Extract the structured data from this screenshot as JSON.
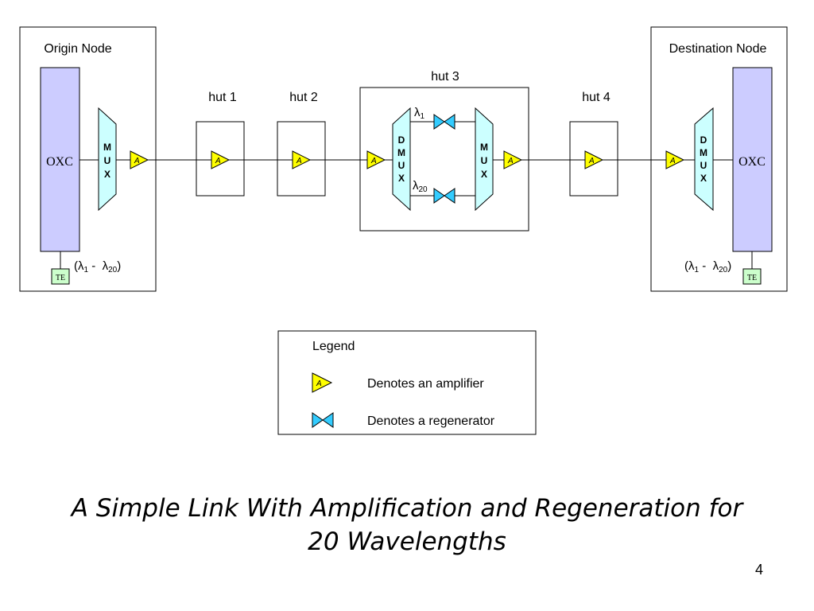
{
  "nodes": {
    "origin": {
      "title": "Origin Node",
      "oxc": "OXC",
      "te": "TE",
      "range_left": "(",
      "range_lambda1": "λ",
      "range_sub1": "1",
      "range_dash": " -  ",
      "range_lambda2": "λ",
      "range_sub2": "20",
      "range_right": ")"
    },
    "destination": {
      "title": "Destination Node",
      "oxc": "OXC",
      "te": "TE",
      "range_left": "(",
      "range_lambda1": "λ",
      "range_sub1": "1",
      "range_dash": " -  ",
      "range_lambda2": "λ",
      "range_sub2": "20",
      "range_right": ")"
    }
  },
  "huts": [
    {
      "label": "hut 1"
    },
    {
      "label": "hut 2"
    },
    {
      "label": "hut 3"
    },
    {
      "label": "hut 4"
    }
  ],
  "mux": {
    "label_m": "M",
    "label_u": "U",
    "label_x": "X"
  },
  "dmux": {
    "label_d": "D",
    "label_m": "M",
    "label_u": "U",
    "label_x": "X"
  },
  "amplifier_letter": "A",
  "channels": {
    "top": {
      "symbol": "λ",
      "sub": "1"
    },
    "bottom": {
      "symbol": "λ",
      "sub": "20"
    }
  },
  "legend": {
    "title": "Legend",
    "amplifier_text": "Denotes an amplifier",
    "regenerator_text": "Denotes a regenerator"
  },
  "colors": {
    "oxc_fill": "#ccccff",
    "mux_fill": "#ccffff",
    "amp_fill": "#ffff00",
    "regen_fill": "#33ccff",
    "te_fill": "#ccffcc"
  },
  "caption": {
    "title_line1": "A Simple Link With Amplification and Regeneration for",
    "title_line2": "20 Wavelengths",
    "page_number": "4"
  }
}
